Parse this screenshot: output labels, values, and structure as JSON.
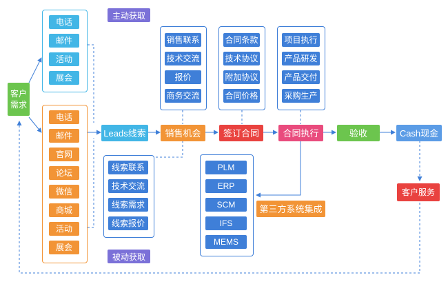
{
  "tags": {
    "active": "主动获取",
    "passive": "被动获取",
    "third_party": "第三方系统集成"
  },
  "customer_need": "客户需求",
  "active_channels": [
    "电话",
    "邮件",
    "活动",
    "展会"
  ],
  "passive_channels": [
    "电话",
    "邮件",
    "官网",
    "论坛",
    "微信",
    "商城",
    "活动",
    "展会"
  ],
  "pipeline": [
    "Leads线索",
    "销售机会",
    "签订合同",
    "合同执行",
    "验收",
    "Cash现金"
  ],
  "customer_service": "客户服务",
  "sales_opportunity_tasks": [
    "销售联系",
    "技术交流",
    "报价",
    "商务交流"
  ],
  "contract_tasks": [
    "合同条款",
    "技术协议",
    "附加协议",
    "合同价格"
  ],
  "execution_tasks": [
    "项目执行",
    "产品研发",
    "产品交付",
    "采购生产"
  ],
  "lead_tasks": [
    "线索联系",
    "技术交流",
    "线索需求",
    "线索报价"
  ],
  "systems": [
    "PLM",
    "ERP",
    "SCM",
    "IFS",
    "MEMS"
  ],
  "colors": {
    "lead_blue": "#42b6e6",
    "sales_orange": "#f29436",
    "contract_red": "#e9423f",
    "exec_pink": "#e94b7d",
    "accept_green": "#6cc54e",
    "cash_blue": "#5b9ce6",
    "task_blue": "#3f7fd8",
    "customer_green": "#6cc54e",
    "tag_purple": "#7b71d8"
  }
}
